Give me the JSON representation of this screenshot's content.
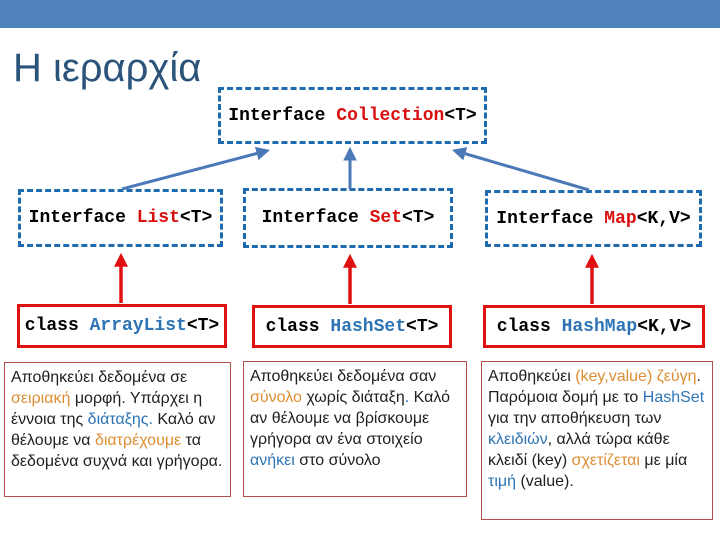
{
  "slide": {
    "title": "Η ιεραρχία",
    "colors": {
      "header_bar": "#4F81BD",
      "title_text": "#2C5379",
      "dashed_border": "#1F6BB0",
      "class_border": "#E01010",
      "desc_border": "#B5504C",
      "arrow_blue": "#4B79B8",
      "arrow_red": "#E01010",
      "code_red": "#D90F0F",
      "code_blue": "#2E74B5",
      "text_orange": "#DD8D33",
      "body_text": "#1F1F1F"
    }
  },
  "nodes": {
    "collection": {
      "segments": [
        {
          "t": "Interface "
        },
        {
          "t": "Collection",
          "c": "r"
        },
        {
          "t": "<T>"
        }
      ]
    },
    "list": {
      "segments": [
        {
          "t": "Interface "
        },
        {
          "t": "List",
          "c": "r"
        },
        {
          "t": "<T>"
        }
      ]
    },
    "set": {
      "segments": [
        {
          "t": "Interface "
        },
        {
          "t": "Set",
          "c": "r"
        },
        {
          "t": "<T>"
        }
      ]
    },
    "map": {
      "segments": [
        {
          "t": "Interface "
        },
        {
          "t": "Map",
          "c": "r"
        },
        {
          "t": "<K,V>"
        }
      ]
    },
    "arraylist": {
      "segments": [
        {
          "t": "class "
        },
        {
          "t": "ArrayList",
          "c": "b"
        },
        {
          "t": "<T>"
        }
      ]
    },
    "hashset": {
      "segments": [
        {
          "t": "class "
        },
        {
          "t": "HashSet",
          "c": "b"
        },
        {
          "t": "<T>"
        }
      ]
    },
    "hashmap": {
      "segments": [
        {
          "t": "class "
        },
        {
          "t": "HashMap",
          "c": "b"
        },
        {
          "t": "<K,V>"
        }
      ]
    }
  },
  "descriptions": {
    "arraylist": {
      "segments": [
        {
          "t": "Αποθηκεύει δεδομένα σε "
        },
        {
          "t": "σειριακή",
          "c": "o"
        },
        {
          "t": " μορφή. Υπάρχει η έννοια της "
        },
        {
          "t": "διάταξης.",
          "c": "b"
        },
        {
          "t": " Καλό αν θέλουμε να "
        },
        {
          "t": "διατρέχουμε",
          "c": "o"
        },
        {
          "t": " τα δεδομένα συχνά και γρήγορα."
        }
      ]
    },
    "hashset": {
      "segments": [
        {
          "t": "Αποθηκεύει δεδομένα σαν "
        },
        {
          "t": "σύνολο",
          "c": "o"
        },
        {
          "t": " χωρίς διάταξη"
        },
        {
          "t": ".",
          "c": "b"
        },
        {
          "t": " Καλό αν θέλουμε να βρίσκουμε γρήγορα αν ένα στοιχείο "
        },
        {
          "t": "ανήκει",
          "c": "b"
        },
        {
          "t": " στο σύνολο"
        }
      ]
    },
    "hashmap": {
      "segments": [
        {
          "t": "Αποθηκεύει "
        },
        {
          "t": "(key,value) ζεύγη",
          "c": "o"
        },
        {
          "t": ". Παρόμοια δομή με το "
        },
        {
          "t": "HashSet",
          "c": "b"
        },
        {
          "t": " για την αποθήκευση των "
        },
        {
          "t": "κλειδιών",
          "c": "b"
        },
        {
          "t": ", αλλά τώρα κάθε κλειδί (key) "
        },
        {
          "t": "σχετίζεται",
          "c": "o"
        },
        {
          "t": " με μία "
        },
        {
          "t": "τιμή",
          "c": "b"
        },
        {
          "t": " (value)."
        }
      ]
    }
  }
}
